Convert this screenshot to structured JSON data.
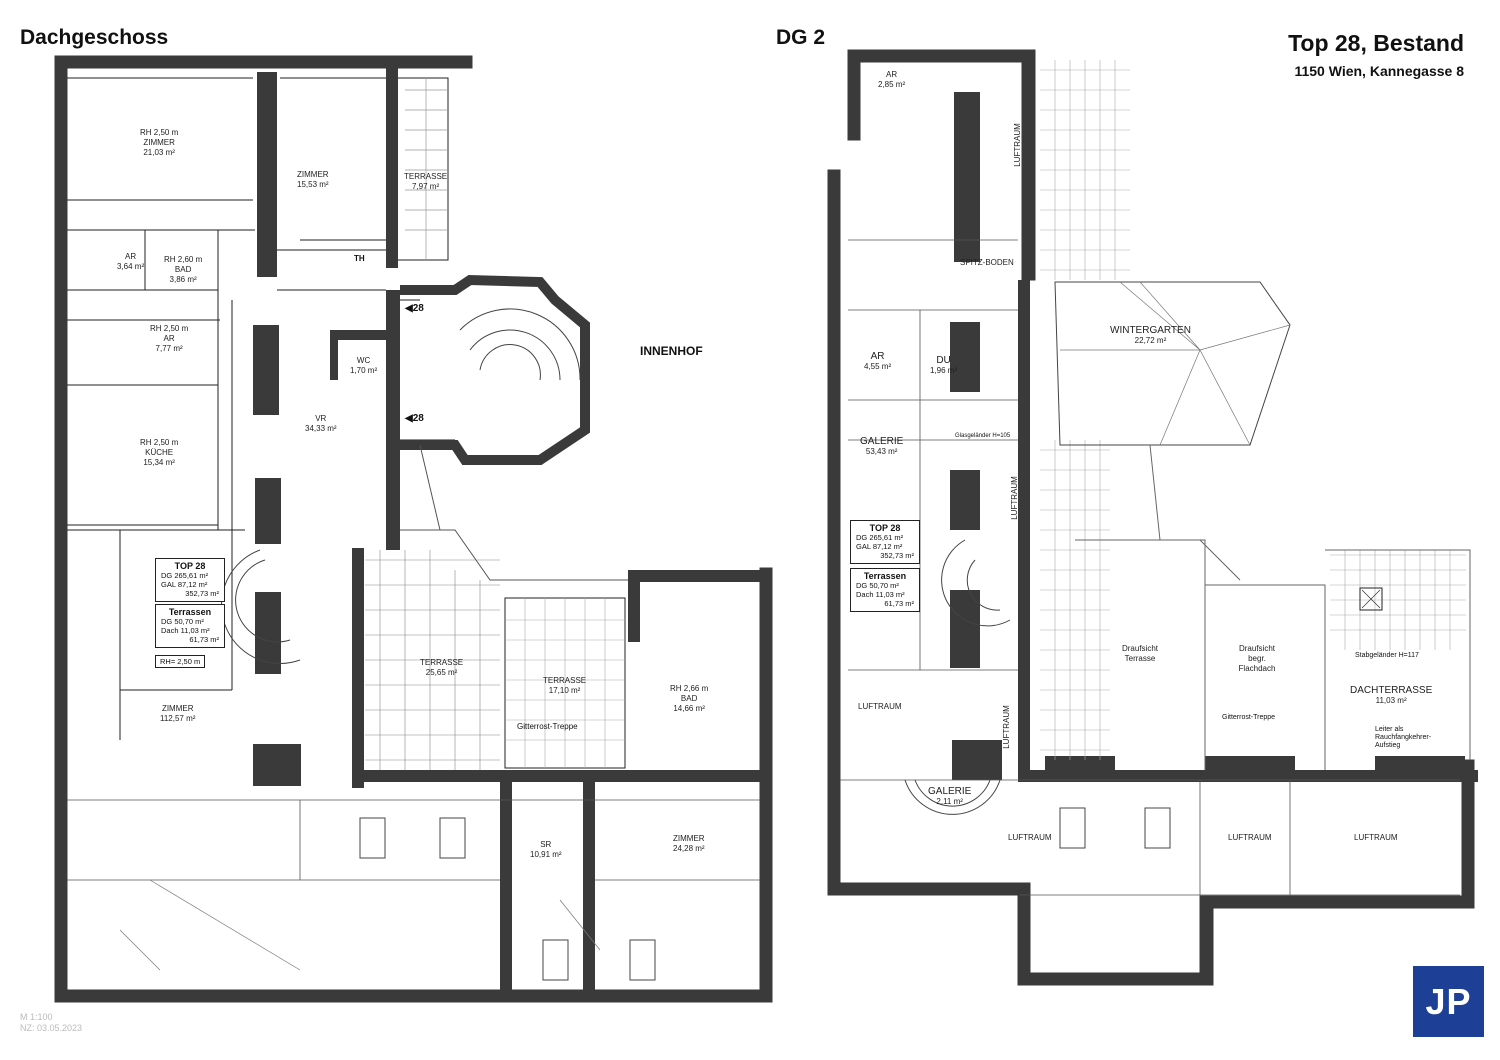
{
  "header": {
    "left_title": "Dachgeschoss",
    "mid_title": "DG 2",
    "project_title": "Top 28, Bestand",
    "address": "1150 Wien, Kannegasse 8"
  },
  "footer": {
    "scale": "M 1:100",
    "date": "NZ: 03.05.2023",
    "logo": "JP"
  },
  "labels": {
    "innenhof": "INNENHOF",
    "stair_mark_1": "28",
    "stair_mark_2": "28"
  },
  "dachgeschoss_rooms": [
    {
      "name": "ZIMMER",
      "area": "21,03 m²",
      "note": "RH 2,50 m"
    },
    {
      "name": "ZIMMER",
      "area": "15,53 m²",
      "note": ""
    },
    {
      "name": "TERRASSE",
      "area": "7,97 m²",
      "note": ""
    },
    {
      "name": "AR",
      "area": "3,64 m²",
      "note": ""
    },
    {
      "name": "BAD",
      "area": "3,86 m²",
      "note": "RH 2,60 m"
    },
    {
      "name": "AR",
      "area": "7,77 m²",
      "note": "RH 2,50 m"
    },
    {
      "name": "WC",
      "area": "1,70 m²",
      "note": ""
    },
    {
      "name": "VR",
      "area": "34,33 m²",
      "note": ""
    },
    {
      "name": "KÜCHE",
      "area": "15,34 m²",
      "note": "RH 2,50 m"
    },
    {
      "name": "ZIMMER",
      "area": "112,57 m²",
      "note": ""
    },
    {
      "name": "TERRASSE",
      "area": "25,65 m²",
      "note": ""
    },
    {
      "name": "TERRASSE",
      "area": "17,10 m²",
      "note": ""
    },
    {
      "name": "BAD",
      "area": "14,66 m²",
      "note": "RH 2,66 m"
    },
    {
      "name": "SR",
      "area": "10,91 m²",
      "note": ""
    },
    {
      "name": "ZIMMER",
      "area": "24,28 m²",
      "note": ""
    }
  ],
  "dg2_rooms": [
    {
      "name": "AR",
      "area": "2,85 m²"
    },
    {
      "name": "LUFTRAUM",
      "area": ""
    },
    {
      "name": "SPITZ-BODEN",
      "area": ""
    },
    {
      "name": "WINTERGARTEN",
      "area": "22,72 m²"
    },
    {
      "name": "AR",
      "area": "4,55 m²"
    },
    {
      "name": "DU",
      "area": "1,96 m²"
    },
    {
      "name": "GALERIE",
      "area": "53,43 m²"
    },
    {
      "name": "LUFTRAUM",
      "area": ""
    },
    {
      "name": "LUFTRAUM",
      "area": ""
    },
    {
      "name": "LUFTRAUM",
      "area": ""
    },
    {
      "name": "GALERIE",
      "area": "2,11 m²"
    },
    {
      "name": "LUFTRAUM",
      "area": ""
    },
    {
      "name": "LUFTRAUM",
      "area": ""
    },
    {
      "name": "LUFTRAUM",
      "area": ""
    },
    {
      "name": "DACHTERRASSE",
      "area": "11,03 m²"
    },
    {
      "name": "Draufsicht Terrasse",
      "area": ""
    },
    {
      "name": "Draufsicht begr. Flachdach",
      "area": ""
    }
  ],
  "summary": {
    "title": "TOP 28",
    "dg": "DG   265,61 m²",
    "gal": "GAL   87,12 m²",
    "total": "352,73 m²",
    "terr_title": "Terrassen",
    "terr_dg": "DG    50,70 m²",
    "terr_dach": "Dach  11,03 m²",
    "terr_total": "61,73 m²",
    "rh": "RH= 2,50 m"
  },
  "annotations": {
    "gitterrost_1": "Gitterrost-Treppe",
    "gitterrost_2": "Gitterrost-Treppe",
    "glasgelaender": "Glasgeländer H=105",
    "stabgelaender": "Stabgeländer H=117",
    "leiter": "Leiter als Rauchfangkehrer-Aufstieg",
    "th": "TH"
  },
  "colors": {
    "wall": "#3a3a3a",
    "line": "#222222",
    "logo_bg": "#1d3f95"
  }
}
